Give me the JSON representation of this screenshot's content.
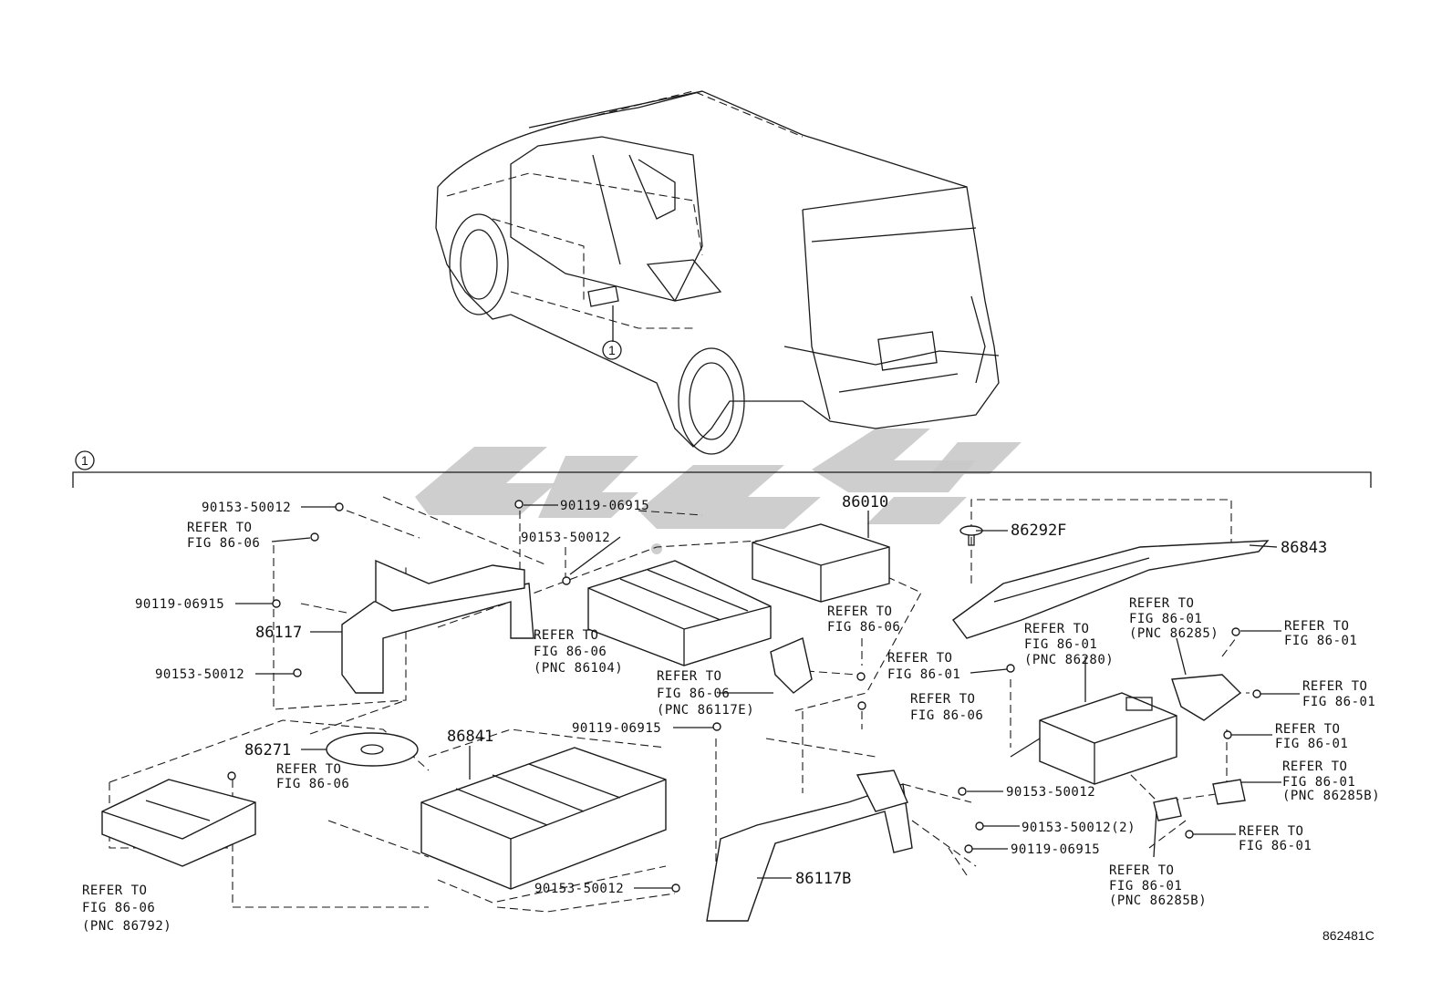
{
  "diagram": {
    "figure_code": "862481C",
    "callout_marker": "1",
    "labels": {
      "l_90153_a": "90153-50012",
      "l_refer_a1": "REFER TO",
      "l_refer_a2": "FIG 86-06",
      "l_90119_a": "90119-06915",
      "l_86117": "86117",
      "l_90153_b": "90153-50012",
      "l_90119_top": "90119-06915",
      "l_90153_c": "90153-50012",
      "l_refer_b1": "REFER TO",
      "l_refer_b2": "FIG 86-06",
      "l_refer_b3": "(PNC 86104)",
      "l_86010": "86010",
      "l_refer_c1": "REFER TO",
      "l_refer_c2": "FIG 86-06",
      "l_refer_d1": "REFER TO",
      "l_refer_d2": "FIG 86-06",
      "l_refer_d3": "(PNC 86117E)",
      "l_refer_e1": "REFER TO",
      "l_refer_e2": "FIG 86-06",
      "l_86292f": "86292F",
      "l_86843": "86843",
      "l_refer_f1": "REFER TO",
      "l_refer_f2": "FIG 86-01",
      "l_refer_f3": "(PNC 86285)",
      "l_refer_g1": "REFER TO",
      "l_refer_g2": "FIG 86-01",
      "l_refer_g3": "(PNC 86280)",
      "l_refer_h1": "REFER TO",
      "l_refer_h2": "FIG 86-01",
      "l_refer_i1": "REFER TO",
      "l_refer_i2": "FIG 86-01",
      "l_refer_j1": "REFER TO",
      "l_refer_j2": "FIG 86-01",
      "l_refer_k1": "REFER TO",
      "l_refer_k2": "FIG 86-01",
      "l_refer_l1": "REFER TO",
      "l_refer_l2": "FIG 86-01",
      "l_refer_l3": "(PNC 86285B)",
      "l_refer_m1": "REFER TO",
      "l_refer_m2": "FIG 86-01",
      "l_refer_n1": "REFER TO",
      "l_refer_n2": "FIG 86-01",
      "l_refer_n3": "(PNC 86285B)",
      "l_90119_mid": "90119-06915",
      "l_86841": "86841",
      "l_86271": "86271",
      "l_refer_o1": "REFER TO",
      "l_refer_o2": "FIG 86-06",
      "l_refer_p1": "REFER TO",
      "l_refer_p2": "FIG 86-06",
      "l_refer_p3": "(PNC 86792)",
      "l_90153_d": "90153-50012",
      "l_90153_e": "90153-50012(2)",
      "l_90119_b": "90119-06915",
      "l_90153_f": "90153-50012",
      "l_86117b": "86117B"
    }
  }
}
